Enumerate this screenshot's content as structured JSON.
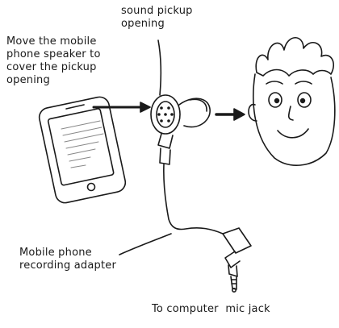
{
  "labels": {
    "sound_pickup": "sound pickup\nopening",
    "instruction": "Move the mobile\nphone speaker to\ncover the pickup\nopening",
    "adapter": "Mobile phone\nrecording adapter",
    "computer": "To computer  mic jack"
  },
  "colors": {
    "ink": "#1a1a1a",
    "screen_shade": "#888888",
    "background": "#ffffff"
  }
}
